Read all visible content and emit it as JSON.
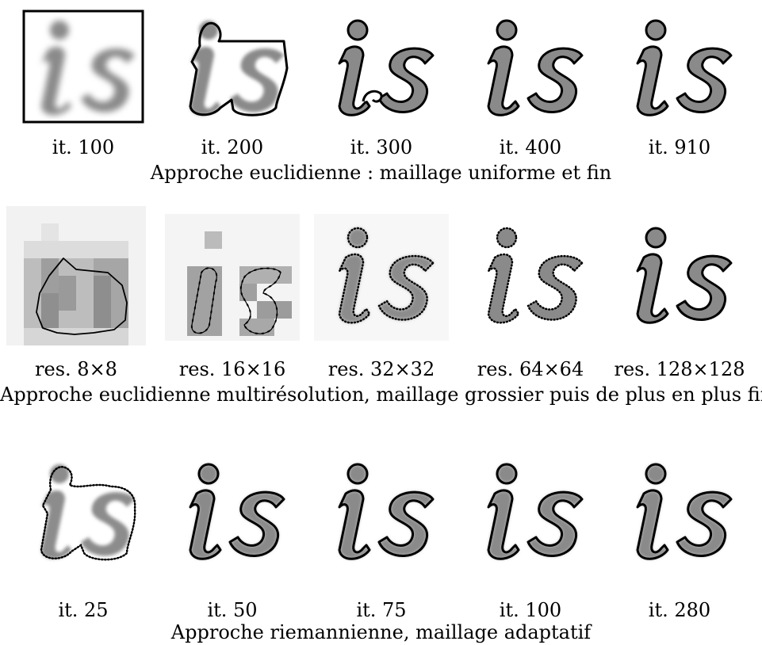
{
  "rows": [
    {
      "title": "Approche euclidienne : maillage uniforme et fin",
      "captions": [
        "it. 100",
        "it. 200",
        "it. 300",
        "it. 400",
        "it. 910"
      ]
    },
    {
      "title": "Approche euclidienne multirésolution, maillage grossier puis de plus en plus fin",
      "captions": [
        "res. 8×8",
        "res. 16×16",
        "res. 32×32",
        "res. 64×64",
        "res. 128×128"
      ]
    },
    {
      "title": "Approche riemannienne, maillage adaptatif",
      "captions": [
        "it. 25",
        "it. 50",
        "it. 75",
        "it. 100",
        "it. 280"
      ]
    }
  ],
  "colors": {
    "shape_fill": "#8a8a8a",
    "contour": "#000000",
    "background": "#ffffff"
  }
}
